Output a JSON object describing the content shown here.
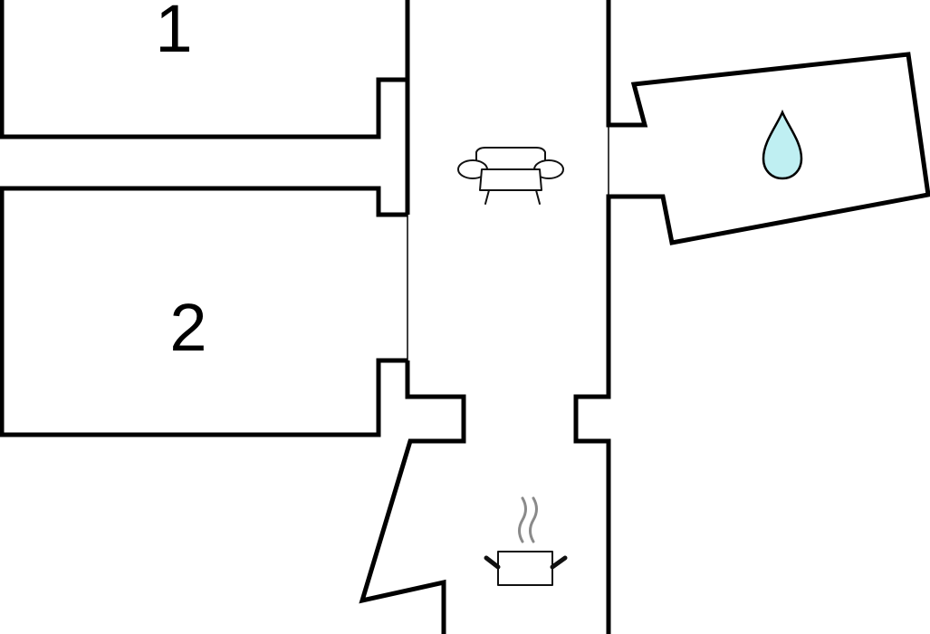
{
  "rooms": [
    {
      "id": "bedroom-1",
      "label": "1"
    },
    {
      "id": "bedroom-2",
      "label": "2"
    }
  ],
  "icons": [
    {
      "room": "living",
      "icon": "sofa-icon"
    },
    {
      "room": "kitchen",
      "icon": "cooking-pot-icon"
    },
    {
      "room": "bathroom",
      "icon": "water-drop-icon"
    }
  ],
  "colors": {
    "wall": "#000000",
    "background": "#ffffff",
    "water_drop": "#bfeff2",
    "steam": "#8a8a8a"
  }
}
